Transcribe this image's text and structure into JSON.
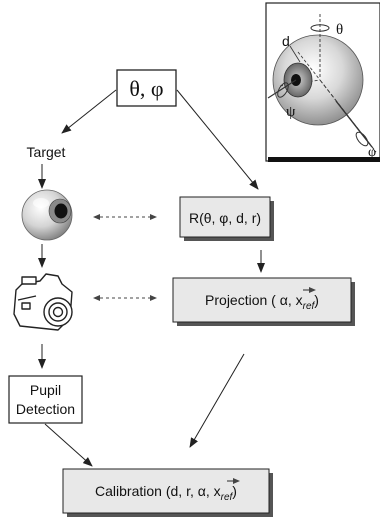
{
  "inputs": {
    "angles_label": "θ, φ"
  },
  "labels": {
    "target": "Target",
    "pupil_line1": "Pupil",
    "pupil_line2": "Detection"
  },
  "boxes": {
    "rotation": {
      "label": "R(θ, φ, d, r)"
    },
    "projection": {
      "prefix": "Projection ( α, ",
      "vector_symbol": "x",
      "vector_sub": "ref",
      "suffix": ")"
    },
    "calibration": {
      "prefix": "Calibration (d, r, α, ",
      "vector_symbol": "x",
      "vector_sub": "ref",
      "suffix": ")"
    }
  },
  "inset": {
    "theta": "θ",
    "phi": "φ",
    "psi": "ψ",
    "d": "d"
  },
  "colors": {
    "box_fill": "#e8e8e8",
    "box_shadow": "#555555",
    "arrow": "#222222",
    "eye_iris": "#777777",
    "eye_pupil": "#111111"
  },
  "icons": {
    "eye": "eyeball-icon",
    "camera": "camera-icon"
  }
}
